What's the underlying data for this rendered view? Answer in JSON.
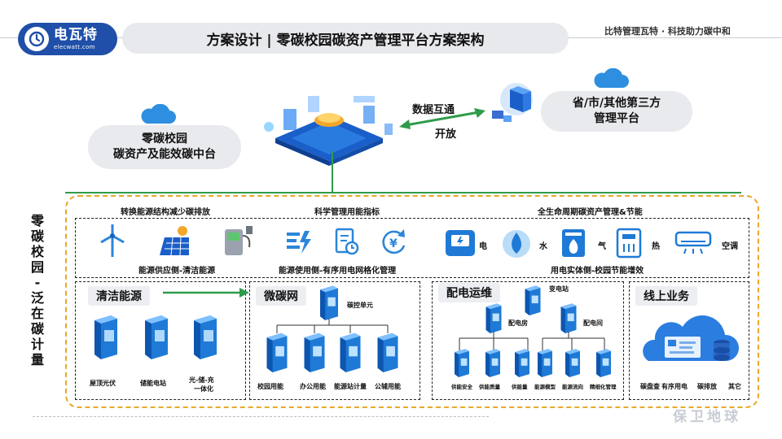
{
  "header": {
    "logo_name": "电瓦特",
    "logo_sub": "elecwatt.com",
    "title": "方案设计 | 零碳校园碳资产管理平台方案架构",
    "slogan": "比特管理瓦特 · 科技助力碳中和"
  },
  "top": {
    "left_line1": "零碳校园",
    "left_line2": "碳资产及能效碳中台",
    "arrow_top": "数据互通",
    "arrow_bottom": "开放",
    "right_line1": "省/市/其他第三方",
    "right_line2": "管理平台"
  },
  "side_title": [
    "零",
    "碳",
    "校",
    "园",
    "-",
    "泛",
    "在",
    "碳",
    "计",
    "量"
  ],
  "row1": {
    "group1": {
      "title": "转换能源结构减少碳排放",
      "sub": "能源供应侧-清洁能源"
    },
    "group2": {
      "title": "科学管理用能指标",
      "sub": "能源使用侧-有序用电网格化管理"
    },
    "group3": {
      "title": "全生命周期碳资产管理&节能",
      "sub": "用电实体侧-校园节能增效",
      "utilities": [
        "电",
        "水",
        "气",
        "热",
        "空调"
      ]
    }
  },
  "sections": {
    "clean": {
      "title": "清洁能源",
      "items": [
        "屋顶光伏",
        "储能电站",
        "光-储-充",
        "一体化"
      ]
    },
    "micro": {
      "title": "微碳网",
      "unit": "碳控单元",
      "items": [
        "校园用能",
        "办公用能",
        "能源站计量",
        "公辅用能"
      ]
    },
    "dist": {
      "title": "配电运维",
      "station": "变电站",
      "room": "配电房",
      "interval": "配电间",
      "items": [
        "供能安全",
        "供能质量",
        "供能量",
        "能源模型",
        "能源流向",
        "精细化管理"
      ]
    },
    "online": {
      "title": "线上业务",
      "items": [
        "碳盘查",
        "有序用电",
        "碳排放",
        "其它"
      ]
    }
  },
  "footer": {
    "watermark": "保卫地球"
  },
  "colors": {
    "brand": "#1f4fa8",
    "accent_green": "#2f9b4a",
    "dashed_orange": "#e8a82a",
    "icon_blue": "#2b86d8"
  }
}
